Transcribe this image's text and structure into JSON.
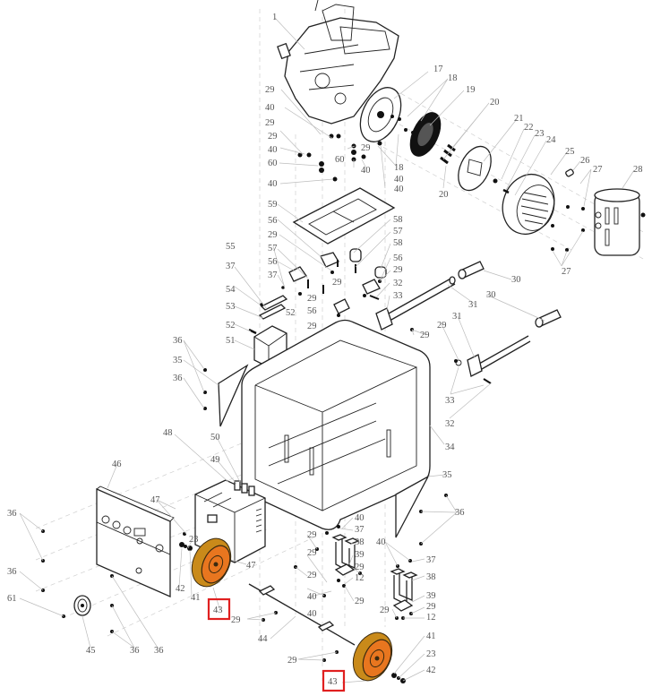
{
  "diagram": {
    "title": "Generator exploded parts diagram",
    "highlighted_part": "43",
    "highlight_color": "#e02020",
    "wheel_color": "#e8761f",
    "labels": [
      {
        "id": "l1",
        "text": "1"
      },
      {
        "id": "l17",
        "text": "17"
      },
      {
        "id": "l18a",
        "text": "18"
      },
      {
        "id": "l19",
        "text": "19"
      },
      {
        "id": "l20a",
        "text": "20"
      },
      {
        "id": "l21",
        "text": "21"
      },
      {
        "id": "l22",
        "text": "22"
      },
      {
        "id": "l23a",
        "text": "23"
      },
      {
        "id": "l24",
        "text": "24"
      },
      {
        "id": "l25",
        "text": "25"
      },
      {
        "id": "l26",
        "text": "26"
      },
      {
        "id": "l27a",
        "text": "27"
      },
      {
        "id": "l28",
        "text": "28"
      },
      {
        "id": "l20b",
        "text": "20"
      },
      {
        "id": "l27b",
        "text": "27"
      },
      {
        "id": "l29a",
        "text": "29"
      },
      {
        "id": "l40a",
        "text": "40"
      },
      {
        "id": "l29b",
        "text": "29"
      },
      {
        "id": "l29c",
        "text": "29"
      },
      {
        "id": "l40b",
        "text": "40"
      },
      {
        "id": "l60a",
        "text": "60"
      },
      {
        "id": "l40c",
        "text": "40"
      },
      {
        "id": "l60b",
        "text": "60"
      },
      {
        "id": "l29d",
        "text": "29"
      },
      {
        "id": "l40d",
        "text": "40"
      },
      {
        "id": "l18b",
        "text": "18"
      },
      {
        "id": "l40e",
        "text": "40"
      },
      {
        "id": "l40f",
        "text": "40"
      },
      {
        "id": "l59",
        "text": "59"
      },
      {
        "id": "l56a",
        "text": "56"
      },
      {
        "id": "l29e",
        "text": "29"
      },
      {
        "id": "l57a",
        "text": "57"
      },
      {
        "id": "l56b",
        "text": "56"
      },
      {
        "id": "l37a",
        "text": "37"
      },
      {
        "id": "l58a",
        "text": "58"
      },
      {
        "id": "l57b",
        "text": "57"
      },
      {
        "id": "l58b",
        "text": "58"
      },
      {
        "id": "l56c",
        "text": "56"
      },
      {
        "id": "l29f",
        "text": "29"
      },
      {
        "id": "l32a",
        "text": "32"
      },
      {
        "id": "l33a",
        "text": "33"
      },
      {
        "id": "l29g",
        "text": "29"
      },
      {
        "id": "l29h",
        "text": "29"
      },
      {
        "id": "l56d",
        "text": "56"
      },
      {
        "id": "l52a",
        "text": "52"
      },
      {
        "id": "l29i",
        "text": "29"
      },
      {
        "id": "l55",
        "text": "55"
      },
      {
        "id": "l37b",
        "text": "37"
      },
      {
        "id": "l54",
        "text": "54"
      },
      {
        "id": "l53",
        "text": "53"
      },
      {
        "id": "l52b",
        "text": "52"
      },
      {
        "id": "l51",
        "text": "51"
      },
      {
        "id": "l36a",
        "text": "36"
      },
      {
        "id": "l35a",
        "text": "35"
      },
      {
        "id": "l36b",
        "text": "36"
      },
      {
        "id": "l30a",
        "text": "30"
      },
      {
        "id": "l30b",
        "text": "30"
      },
      {
        "id": "l31a",
        "text": "31"
      },
      {
        "id": "l31b",
        "text": "31"
      },
      {
        "id": "l29j",
        "text": "29"
      },
      {
        "id": "l29k",
        "text": "29"
      },
      {
        "id": "l33b",
        "text": "33"
      },
      {
        "id": "l32b",
        "text": "32"
      },
      {
        "id": "l34",
        "text": "34"
      },
      {
        "id": "l48",
        "text": "48"
      },
      {
        "id": "l50",
        "text": "50"
      },
      {
        "id": "l49",
        "text": "49"
      },
      {
        "id": "l46",
        "text": "46"
      },
      {
        "id": "l47a",
        "text": "47"
      },
      {
        "id": "l23b",
        "text": "23"
      },
      {
        "id": "l42a",
        "text": "42"
      },
      {
        "id": "l41a",
        "text": "41"
      },
      {
        "id": "l47b",
        "text": "47"
      },
      {
        "id": "l36c",
        "text": "36"
      },
      {
        "id": "l36d",
        "text": "36"
      },
      {
        "id": "l61",
        "text": "61"
      },
      {
        "id": "l45",
        "text": "45"
      },
      {
        "id": "l36e",
        "text": "36"
      },
      {
        "id": "l36f",
        "text": "36"
      },
      {
        "id": "l35b",
        "text": "35"
      },
      {
        "id": "l36g",
        "text": "36"
      },
      {
        "id": "l40g",
        "text": "40"
      },
      {
        "id": "l37c",
        "text": "37"
      },
      {
        "id": "l38a",
        "text": "38"
      },
      {
        "id": "l39a",
        "text": "39"
      },
      {
        "id": "l29l",
        "text": "29"
      },
      {
        "id": "l12a",
        "text": "12"
      },
      {
        "id": "l29m",
        "text": "29"
      },
      {
        "id": "l29n",
        "text": "29"
      },
      {
        "id": "l29o",
        "text": "29"
      },
      {
        "id": "l29p",
        "text": "29"
      },
      {
        "id": "l40h",
        "text": "40"
      },
      {
        "id": "l40i",
        "text": "40"
      },
      {
        "id": "l40j",
        "text": "40"
      },
      {
        "id": "l37d",
        "text": "37"
      },
      {
        "id": "l38b",
        "text": "38"
      },
      {
        "id": "l39b",
        "text": "39"
      },
      {
        "id": "l29q",
        "text": "29"
      },
      {
        "id": "l29r",
        "text": "29"
      },
      {
        "id": "l12b",
        "text": "12"
      },
      {
        "id": "l29s",
        "text": "29"
      },
      {
        "id": "l44",
        "text": "44"
      },
      {
        "id": "l29t",
        "text": "29"
      },
      {
        "id": "l41b",
        "text": "41"
      },
      {
        "id": "l23c",
        "text": "23"
      },
      {
        "id": "l42b",
        "text": "42"
      }
    ],
    "callouts": [
      {
        "id": "c43a",
        "text": "43"
      },
      {
        "id": "c43b",
        "text": "43"
      }
    ]
  }
}
